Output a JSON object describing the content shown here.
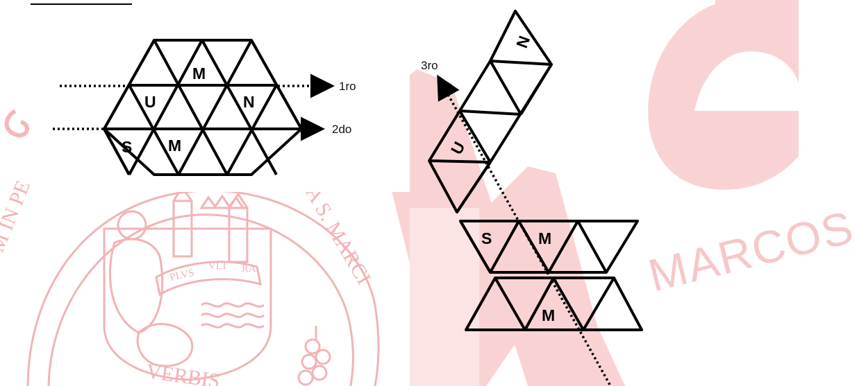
{
  "watermark": {
    "brand_letter": "e",
    "brand_text": "MARCOS",
    "seal_motto_left": "REGUM IN PE",
    "seal_motto_right": "MIA S. MARCI",
    "seal_motto_bottom": "VERBIS",
    "banner_words": [
      "PLVS",
      "VLT",
      "RA"
    ],
    "colors": {
      "brand_pink": "#f9d3d4",
      "seal_pink": "#f4b8ba"
    }
  },
  "diagram_left": {
    "cell_letters": {
      "top_mid": "M",
      "row2_left": "U",
      "row2_right": "N",
      "row3_left": "S",
      "row3_mid": "M"
    },
    "arrow_1_label": "1ro",
    "arrow_2_label": "2do"
  },
  "diagram_right": {
    "cell_letters": {
      "strip_top": "N",
      "strip_mid": "U",
      "band1_left": "S",
      "band1_mid": "M",
      "band2_mid": "M"
    },
    "arrow_3_label": "3ro"
  }
}
